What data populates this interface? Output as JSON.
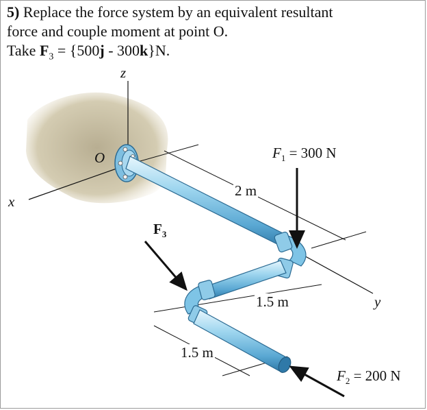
{
  "problem": {
    "number": "5)",
    "line1": "Replace the force system by an equivalent resultant",
    "line2": "force and couple moment at point O.",
    "take": "Take ",
    "f3_symbol": "F",
    "f3_sub": "3",
    "equals_open": " = {500",
    "j": "j",
    "minus": " - 300",
    "k": "k",
    "close": "}N."
  },
  "figure": {
    "axis_z": "z",
    "axis_x": "x",
    "axis_y": "y",
    "origin": "O",
    "f1_label": "F",
    "f1_sub": "1",
    "f1_value": " = 300 N",
    "f2_label": "F",
    "f2_sub": "2",
    "f2_value": " = 200 N",
    "f3_label": "F",
    "f3_sub": "3",
    "dim_2m": "2 m",
    "dim_15m_a": "1.5 m",
    "dim_15m_b": "1.5 m"
  },
  "colors": {
    "pipe_light": "#b8dff0",
    "pipe_mid": "#7ec4e6",
    "pipe_dark": "#3f8fbf",
    "shadow": "#cfc8b0",
    "arrow": "#111111"
  }
}
